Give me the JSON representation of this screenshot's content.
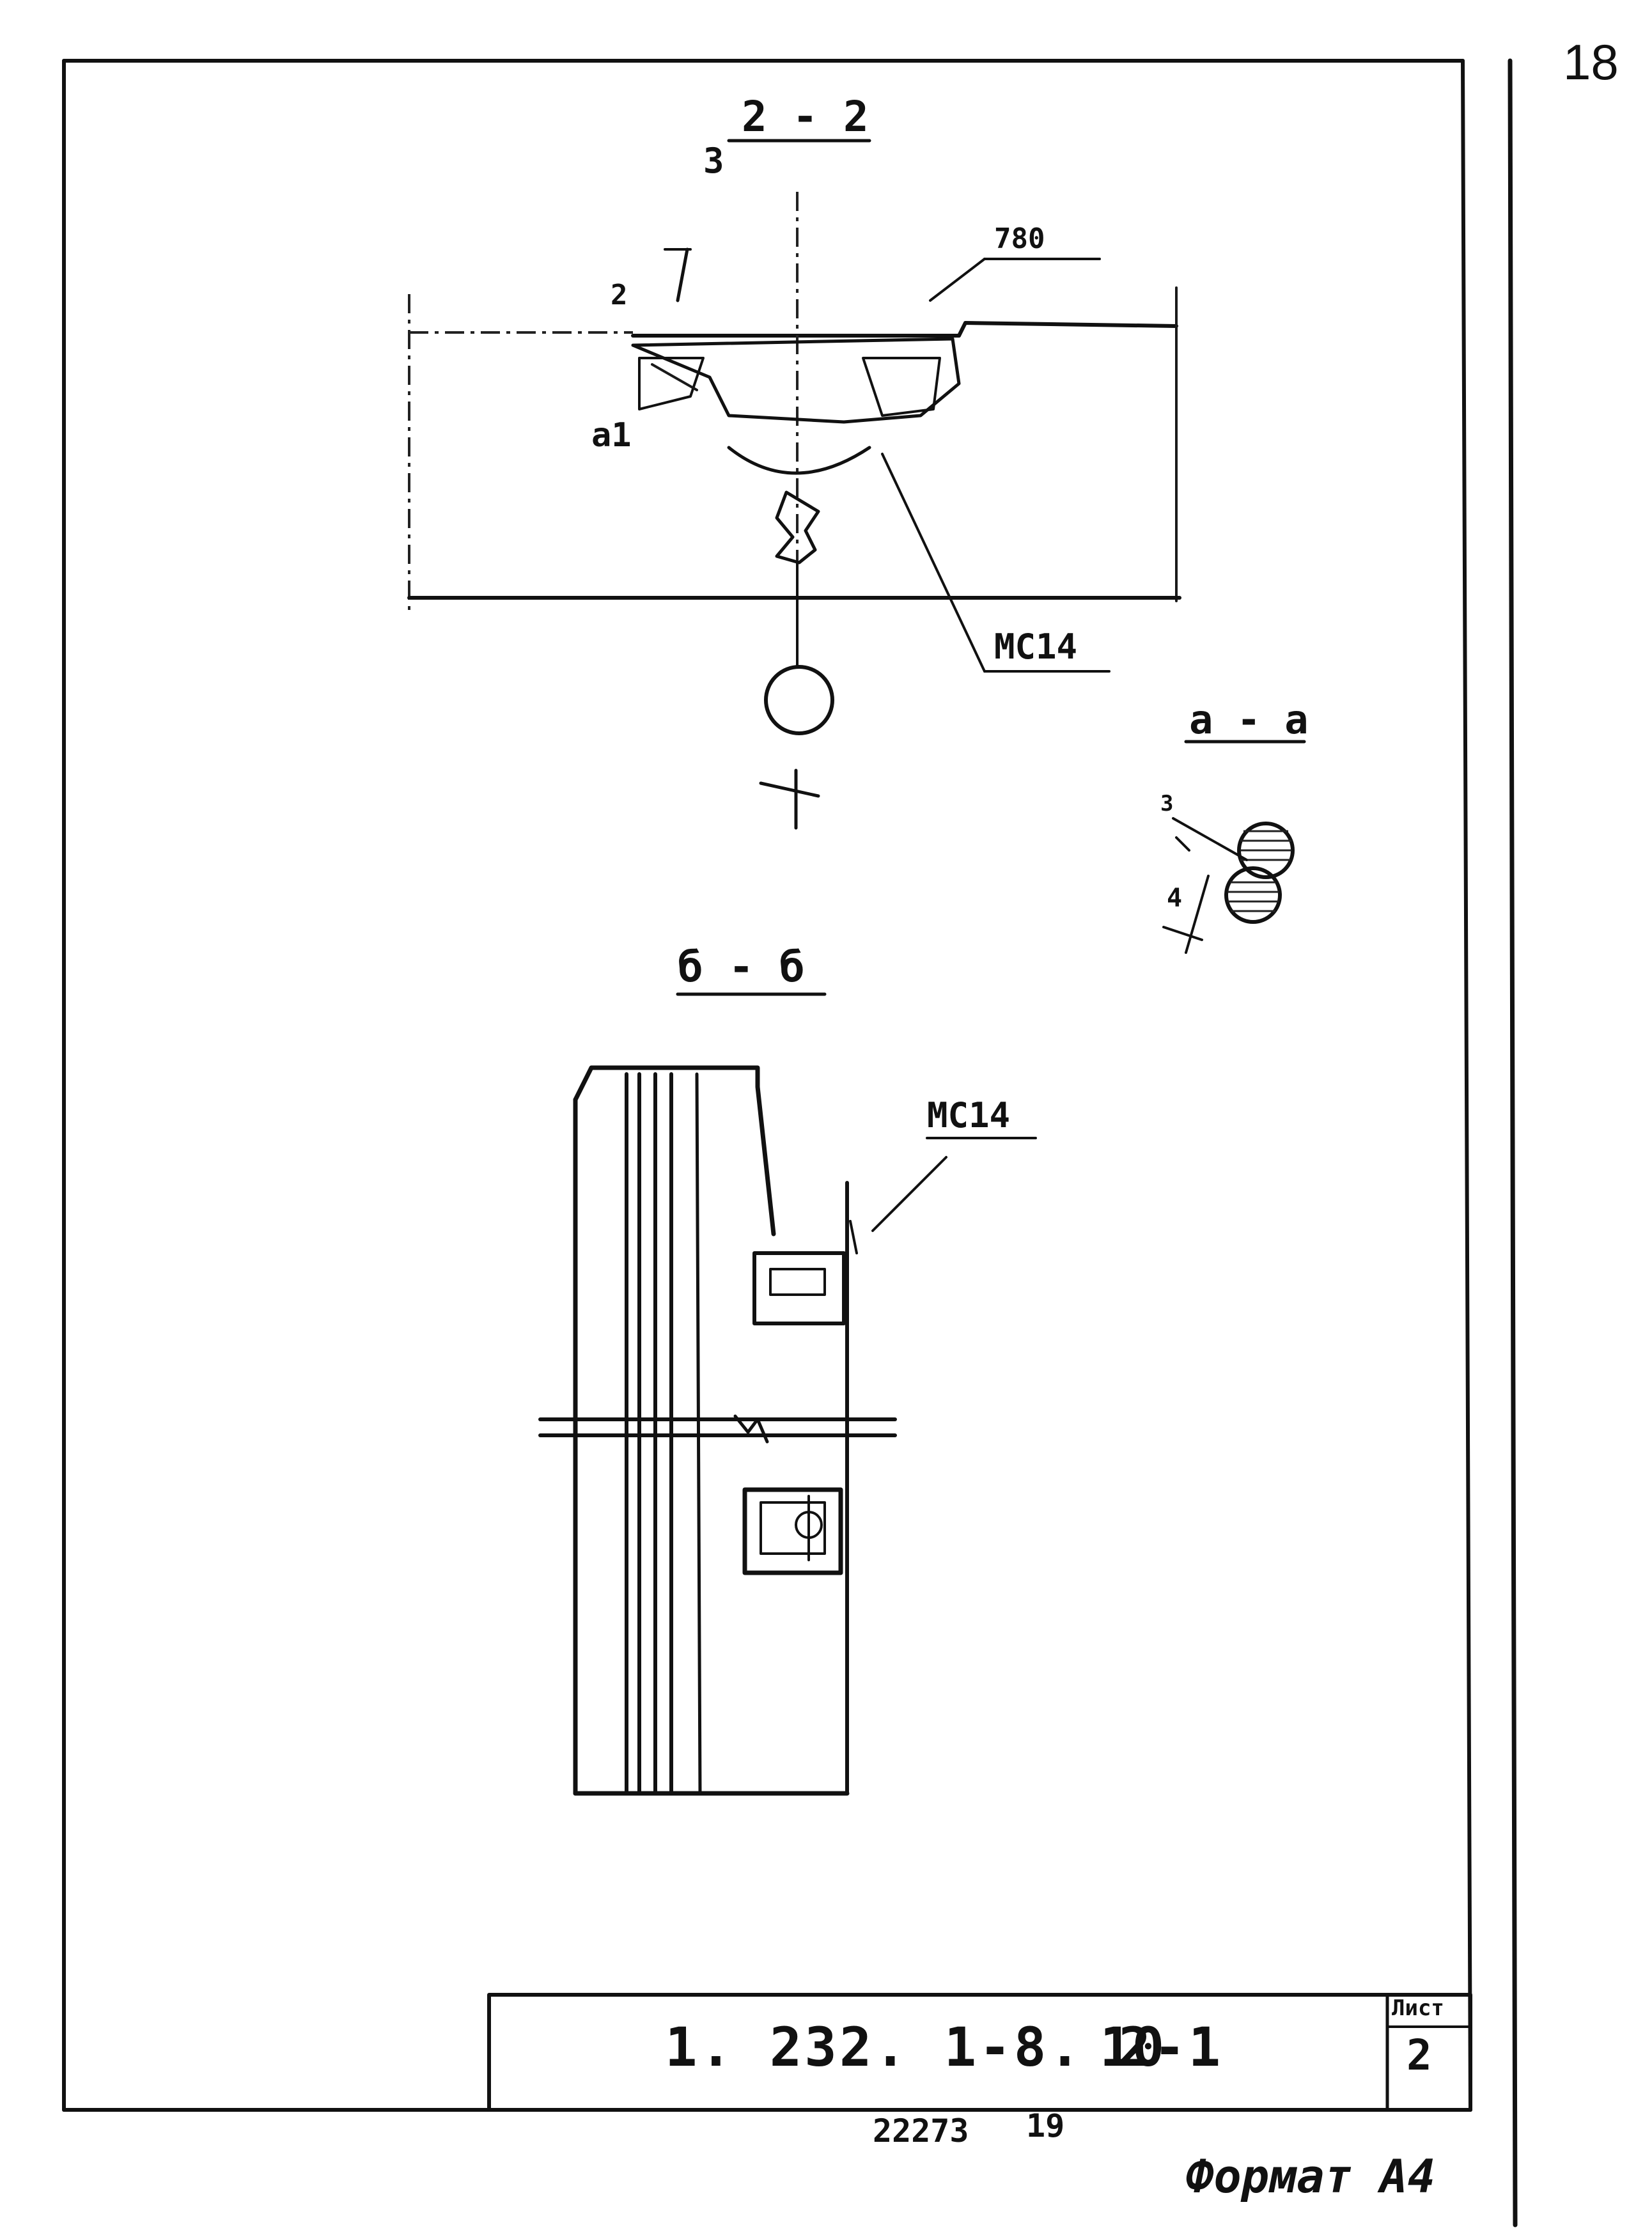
{
  "page_number": "18",
  "sections": {
    "section_2_2": "2 - 2",
    "section_a_a": "a - a",
    "section_b_b": "б - б"
  },
  "callouts": {
    "weld_mark_top": "МС14",
    "weld_mark_bottom": "МС14",
    "dimension_top": "780",
    "position_3": "3",
    "position_2": "2",
    "label_a1": "a1",
    "label_a": "a1",
    "weld_size_1": "3",
    "weld_size_2": "4"
  },
  "title_block": {
    "doc_code": "1. 232. 1-8. 2-1",
    "revision": "10",
    "sheet_label": "Лист",
    "sheet_number": "2"
  },
  "footer": {
    "archive_number": "22273",
    "copy_number": "19",
    "format_label": "Формат А4"
  }
}
